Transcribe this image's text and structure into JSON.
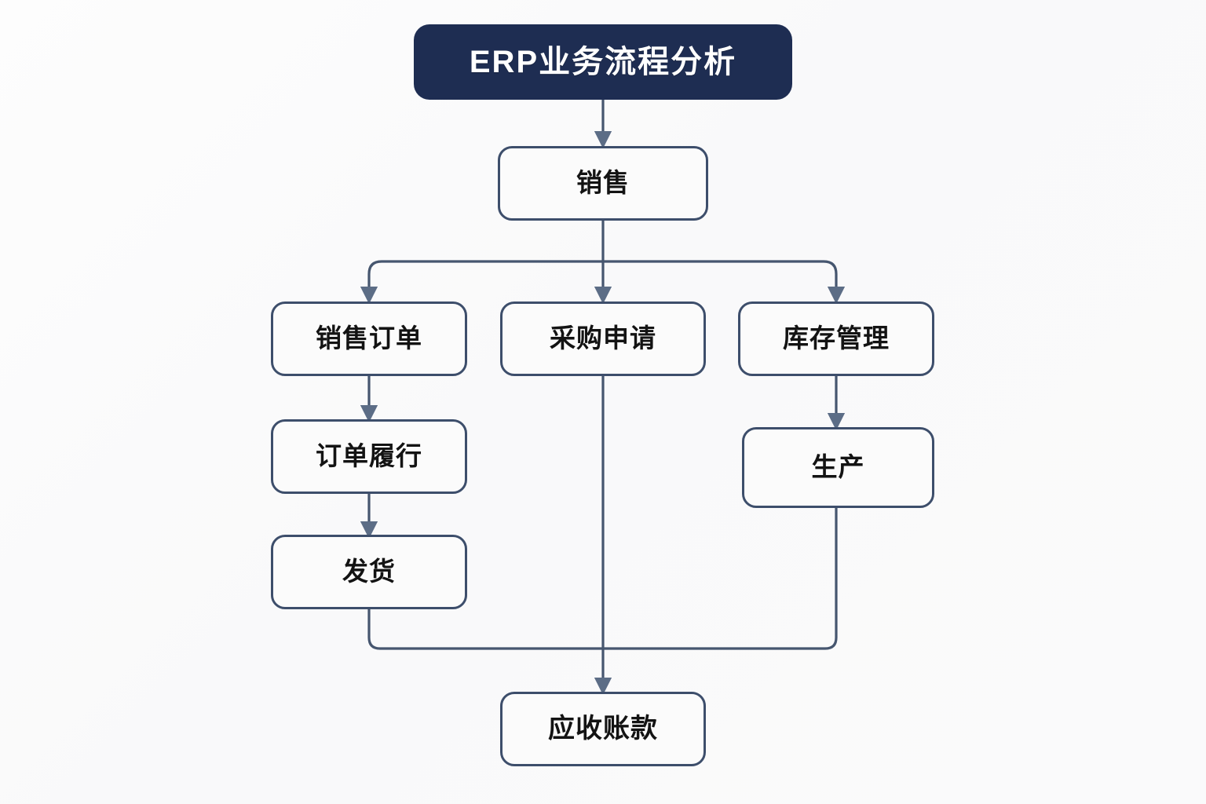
{
  "diagram": {
    "title": "ERP业务流程分析",
    "background_color": "#f9f9fa",
    "title_box_color": "#1e2d52",
    "node_border_color": "#3d4e6b",
    "node_fill_color": "#fbfbfb",
    "edge_color": "#46566f",
    "text_color": "#131313",
    "nodes": [
      {
        "id": "title",
        "label": "ERP业务流程分析",
        "level": 0
      },
      {
        "id": "sales",
        "label": "销售",
        "level": 1
      },
      {
        "id": "sales_order",
        "label": "销售订单",
        "level": 2
      },
      {
        "id": "purchase_req",
        "label": "采购申请",
        "level": 2
      },
      {
        "id": "inventory",
        "label": "库存管理",
        "level": 2
      },
      {
        "id": "fulfillment",
        "label": "订单履行",
        "level": 3
      },
      {
        "id": "production",
        "label": "生产",
        "level": 3
      },
      {
        "id": "shipping",
        "label": "发货",
        "level": 4
      },
      {
        "id": "receivable",
        "label": "应收账款",
        "level": 5
      }
    ],
    "edges": [
      {
        "from": "title",
        "to": "sales"
      },
      {
        "from": "sales",
        "to": "sales_order"
      },
      {
        "from": "sales",
        "to": "purchase_req"
      },
      {
        "from": "sales",
        "to": "inventory"
      },
      {
        "from": "sales_order",
        "to": "fulfillment"
      },
      {
        "from": "fulfillment",
        "to": "shipping"
      },
      {
        "from": "inventory",
        "to": "production"
      },
      {
        "from": "purchase_req",
        "to": "receivable"
      },
      {
        "from": "shipping",
        "to": "receivable"
      },
      {
        "from": "production",
        "to": "receivable"
      }
    ]
  }
}
